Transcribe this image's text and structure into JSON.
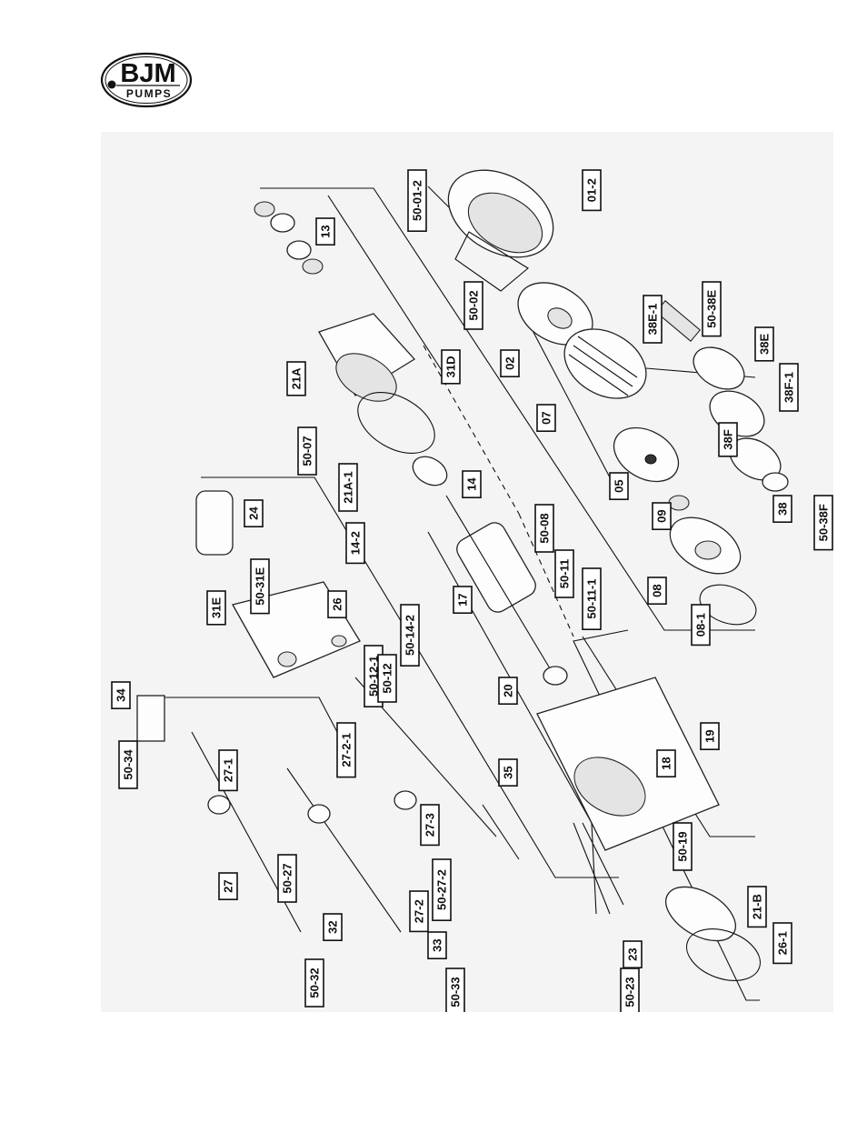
{
  "brand": {
    "name": "BJM",
    "sub": "PUMPS"
  },
  "diagram": {
    "callouts": [
      "50-01-2",
      "01-2",
      "13",
      "50-02",
      "02",
      "21A",
      "31D",
      "50-07",
      "21A-1",
      "07",
      "38E-1",
      "50-38E",
      "38E",
      "38F-1",
      "38F",
      "38",
      "50-38F",
      "05",
      "14",
      "14-2",
      "50-14-2",
      "24",
      "50-31E",
      "31E",
      "26",
      "17",
      "50-08",
      "09",
      "50-11",
      "50-11-1",
      "08",
      "08-1",
      "50-12-1",
      "50-12",
      "20",
      "19",
      "18",
      "34",
      "50-34",
      "27-1",
      "27-2-1",
      "35",
      "27-3",
      "50-27",
      "50-27-2",
      "27",
      "27-2",
      "50-19",
      "21-B",
      "26-1",
      "32",
      "33",
      "50-32",
      "50-33",
      "23",
      "50-23"
    ]
  }
}
